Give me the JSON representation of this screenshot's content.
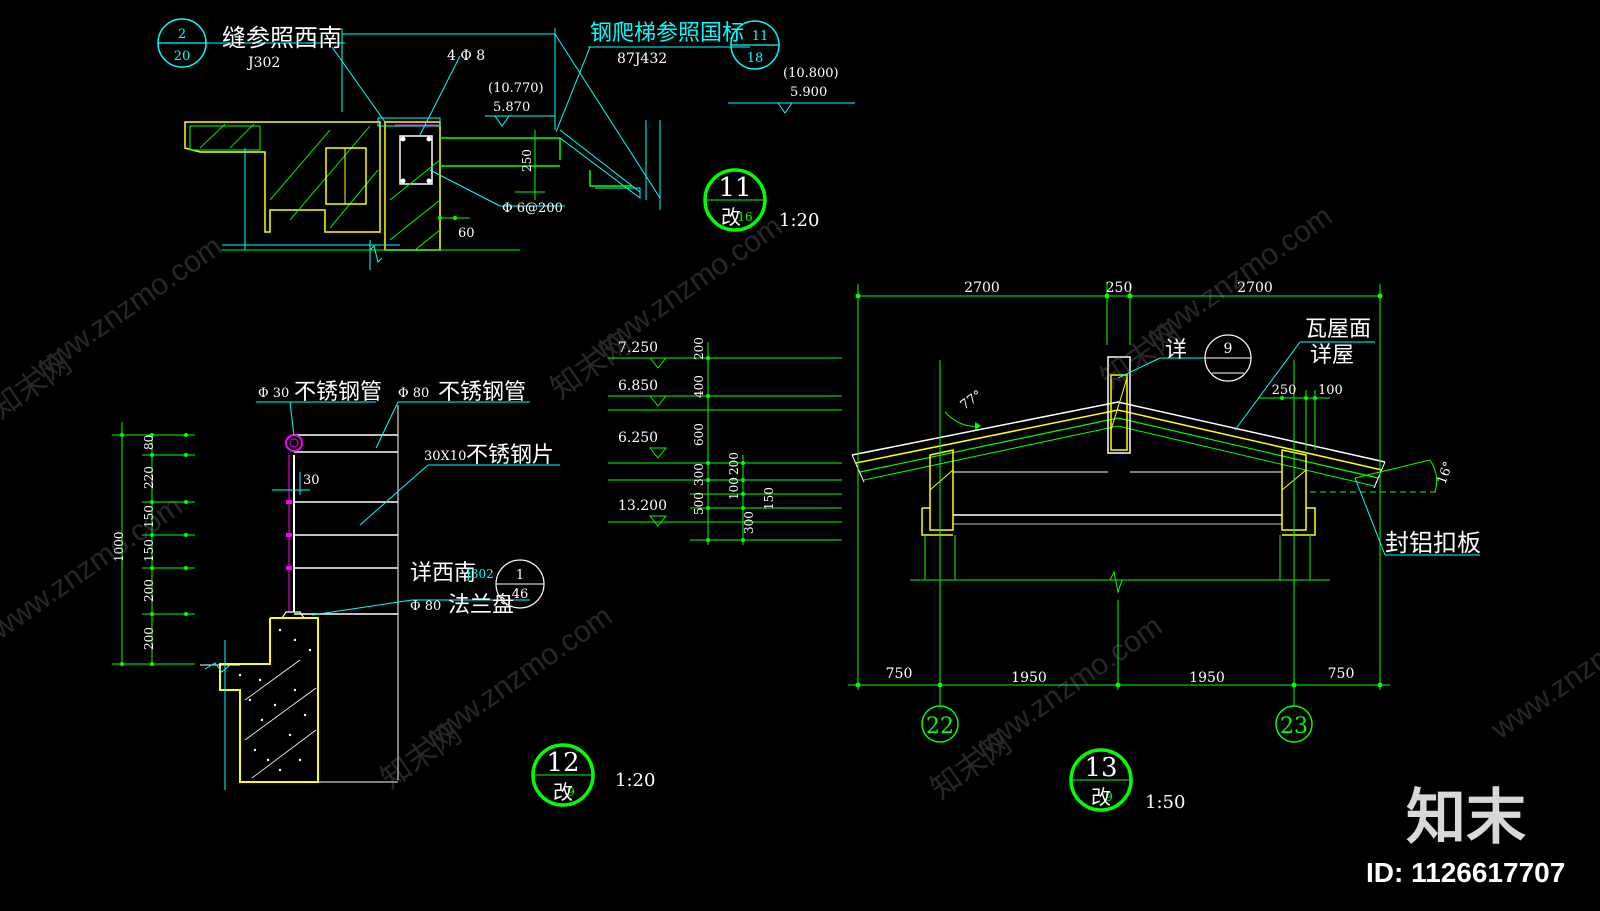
{
  "palette": {
    "background": "#000000",
    "line_green": "#00ff00",
    "line_cyan": "#00ffff",
    "text_white": "#ffffff",
    "hatch_yellow": "#ffff00",
    "accent_magenta": "#ff00ff",
    "watermark": "#8c8c8c"
  },
  "detail11": {
    "ref_2": "2",
    "ref_20": "20",
    "note_joint": "缝参照西南",
    "code_j302": "J302",
    "rebar_label": "4 Φ 8",
    "ladder_note": "钢爬梯参照国标",
    "code_87j432": "87J432",
    "ref_11": "11",
    "ref_18": "18",
    "elev_a_top": "(10.770)",
    "elev_a_bottom": "5.870",
    "elev_b_top": "(10.800)",
    "elev_b_bottom": "5.900",
    "dim_250": "250",
    "stirrup_label": "Φ 6@200",
    "dim_60": "60",
    "bubble_number": "11",
    "bubble_sub": "改",
    "bubble_hidden": "16",
    "scale": "1:20"
  },
  "detail12": {
    "dims_left": [
      "80",
      "220",
      "150",
      "150",
      "200",
      "200"
    ],
    "dim_total": "1000",
    "tube30_size": "Φ 30",
    "tube30_name": "不锈钢管",
    "tube80_size": "Φ 80",
    "tube80_name": "不锈钢管",
    "plate_size": "30X10",
    "plate_name": "不锈钢片",
    "dim_30": "30",
    "flange_ref_note": "详西南",
    "flange_ref_code": "J302",
    "flange_ref_num": "1",
    "flange_ref_sheet": "46",
    "flange_size": "Φ 80",
    "flange_name": "法兰盘",
    "bubble_number": "12",
    "bubble_sub": "改",
    "bubble_hidden": "9",
    "scale": "1:20"
  },
  "levels": {
    "items": [
      "7.250",
      "6.850",
      "6.250",
      "13.200"
    ],
    "dims_a": [
      "200",
      "400",
      "600",
      "300",
      "500",
      "300"
    ],
    "dims_b": [
      "200",
      "100",
      "150"
    ]
  },
  "detail13": {
    "dim_top": [
      "2700",
      "250",
      "2700"
    ],
    "dim_bottom": [
      "750",
      "1950",
      "1950",
      "750"
    ],
    "dim_right_a": "250",
    "dim_right_b": "100",
    "angle_left": "77°",
    "angle_right": "16°",
    "roof_note": "瓦屋面",
    "roof_detail_note": "详屋",
    "detail_label": "详",
    "detail_ref": "9",
    "flashing_note": "封铝扣板",
    "axis_left": "22",
    "axis_right": "23",
    "bubble_number": "13",
    "bubble_sub": "改",
    "bubble_hidden": "9",
    "scale": "1:50"
  },
  "watermark": {
    "site": "www.znzmo.com",
    "brand": "知末网",
    "logo": "知末",
    "id": "ID: 1126617707"
  }
}
